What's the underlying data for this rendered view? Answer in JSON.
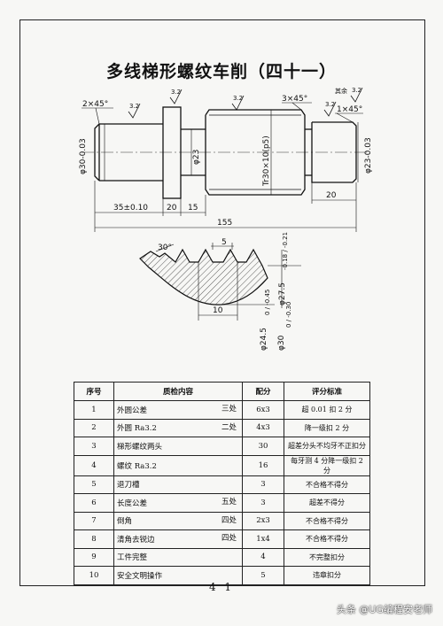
{
  "title": "多线梯形螺纹车削（四十一）",
  "drawing": {
    "chamfer_left": "2×45°",
    "chamfer_right": "3×45°",
    "chamfer_right2": "1×45°",
    "rest_label": "其余",
    "roughness": "3.2",
    "dia_left": "φ30-0.03",
    "dia_mid": "φ23",
    "thread_spec": "Tr30×10(p5)",
    "dia_right": "φ23-0.03",
    "len_35": "35±0.10",
    "len_20a": "20",
    "len_15": "15",
    "len_20b": "20",
    "len_total": "155",
    "profile_angle": "30°",
    "pitch": "5",
    "root_len": "10",
    "dia_27": "φ27.5",
    "dia_27_tol": "-0.18 / -0.21",
    "dia_245": "φ24.5",
    "dia_245_tol": "0 / -0.45",
    "dia_30": "φ30",
    "dia_30_tol": "0 / -0.30"
  },
  "table": {
    "headers": [
      "序号",
      "质检内容",
      "配分",
      "评分标准"
    ],
    "rows": [
      {
        "no": "1",
        "item": "外圆公差",
        "count": "三处",
        "score": "6x3",
        "criteria": "超 0.01 扣 2 分"
      },
      {
        "no": "2",
        "item": "外圆 Ra3.2",
        "count": "二处",
        "score": "4x3",
        "criteria": "降一级扣 2 分"
      },
      {
        "no": "3",
        "item": "梯形螺纹两头",
        "count": "",
        "score": "30",
        "criteria": "超差分头不均牙不正扣分"
      },
      {
        "no": "4",
        "item": "螺纹   Ra3.2",
        "count": "",
        "score": "16",
        "criteria": "每牙测 4 分降一级扣 2 分"
      },
      {
        "no": "5",
        "item": "退刀槽",
        "count": "",
        "score": "3",
        "criteria": "不合格不得分"
      },
      {
        "no": "6",
        "item": "长度公差",
        "count": "五处",
        "score": "3",
        "criteria": "超差不得分"
      },
      {
        "no": "7",
        "item": "倒角",
        "count": "四处",
        "score": "2x3",
        "criteria": "不合格不得分"
      },
      {
        "no": "8",
        "item": "清角去锐边",
        "count": "四处",
        "score": "1x4",
        "criteria": "不合格不得分"
      },
      {
        "no": "9",
        "item": "工件完整",
        "count": "",
        "score": "4",
        "criteria": "不完整扣分"
      },
      {
        "no": "10",
        "item": "安全文明操作",
        "count": "",
        "score": "5",
        "criteria": "违章扣分"
      }
    ]
  },
  "page_number": "4 1",
  "watermark": "头条 @UG编程安老师"
}
